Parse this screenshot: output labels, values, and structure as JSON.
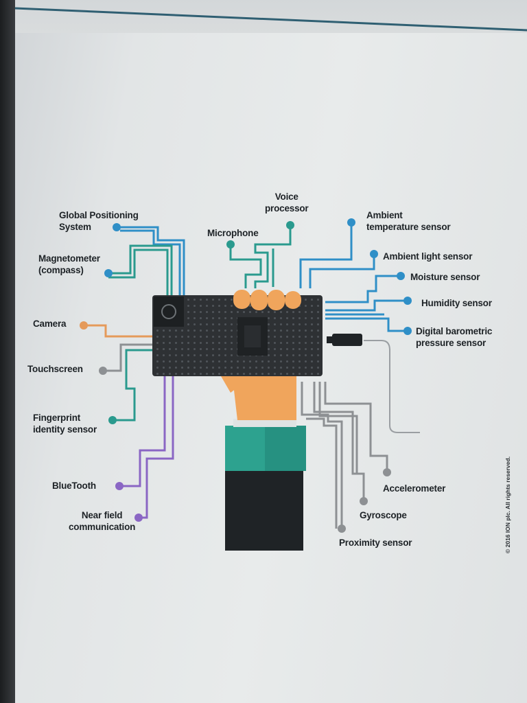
{
  "labels": {
    "gps": "Global Positioning\nSystem",
    "voice": "Voice\nprocessor",
    "microphone": "Microphone",
    "ambient_temp": "Ambient\ntemperature sensor",
    "magnetometer": "Magnetometer\n(compass)",
    "ambient_light": "Ambient light sensor",
    "moisture": "Moisture sensor",
    "humidity": "Humidity sensor",
    "camera": "Camera",
    "barometric": "Digital barometric\npressure sensor",
    "touchscreen": "Touchscreen",
    "fingerprint": "Fingerprint\nidentity sensor",
    "bluetooth": "BlueTooth",
    "nfc": "Near field\ncommunication",
    "accelerometer": "Accelerometer",
    "gyroscope": "Gyroscope",
    "proximity": "Proximity sensor"
  },
  "copyright": "© 2016 ION plc. All rights reserved.",
  "colors": {
    "blue": "#2f8fc7",
    "teal": "#2a9a8e",
    "orange": "#e59a5a",
    "gray": "#8d9093",
    "purple": "#8a66c4",
    "skin": "#f0a55c",
    "phone": "#2e3134",
    "sleeve": "#2da28f",
    "jacket": "#1f2326"
  }
}
